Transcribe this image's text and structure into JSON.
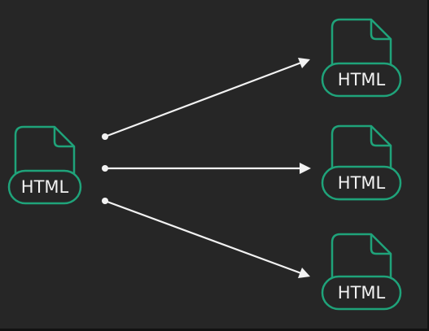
{
  "diagram": {
    "accent_color": "#1fa37a",
    "background_color": "#262626",
    "arrow_color": "#f2f2f2",
    "source": {
      "label": "HTML",
      "icon": "html-file-icon"
    },
    "targets": [
      {
        "label": "HTML",
        "icon": "html-file-icon"
      },
      {
        "label": "HTML",
        "icon": "html-file-icon"
      },
      {
        "label": "HTML",
        "icon": "html-file-icon"
      }
    ]
  }
}
